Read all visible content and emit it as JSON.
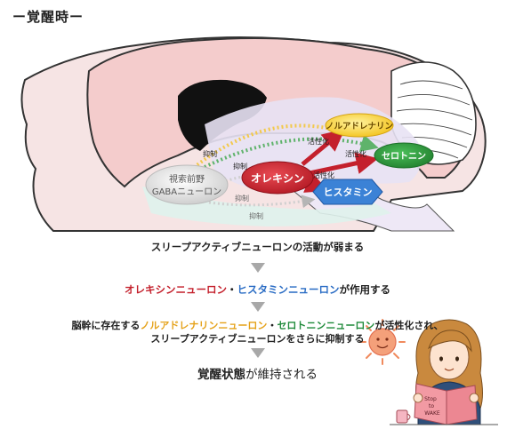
{
  "header": {
    "title": "ー覚醒時ー"
  },
  "diagram": {
    "nodes": {
      "orexin": "オレキシン",
      "noradrenaline": "ノルアドレナリン",
      "serotonin": "セロトニン",
      "histamine": "ヒスタミン",
      "vlpo_line1": "視索前野",
      "vlpo_line2": "GABAニューロン"
    },
    "edges": {
      "activate1": "活性化",
      "activate2": "活性化",
      "activate3": "活性化",
      "inhibit1": "抑制",
      "inhibit2": "抑制",
      "inhibit3": "抑制",
      "inhibit4": "抑制"
    },
    "colors": {
      "orexin": "#c4202c",
      "noradrenaline": "#f5c518",
      "serotonin": "#2e9e3e",
      "histamine": "#2a6cc4",
      "vlpo": "#cfcfcf"
    }
  },
  "flow": {
    "step1": "スリープアクティブニューロンの活動が弱まる",
    "step2_a": "オレキシンニューロン",
    "step2_sep": "・",
    "step2_b": "ヒスタミンニューロン",
    "step2_c": "が作用する",
    "step3_a": "脳幹に存在する",
    "step3_b": "ノルアドレナリンニューロン",
    "step3_sep": "・",
    "step3_c": "セロトニンニューロン",
    "step3_d": "が活性化され、",
    "step3_line2": "スリープアクティブニューロンをさらに抑制する",
    "step4_a": "覚醒状態",
    "step4_b": "が維持される"
  },
  "illustration": {
    "book_line1": "Stop",
    "book_line2": "to",
    "book_line3": "WAKE"
  }
}
